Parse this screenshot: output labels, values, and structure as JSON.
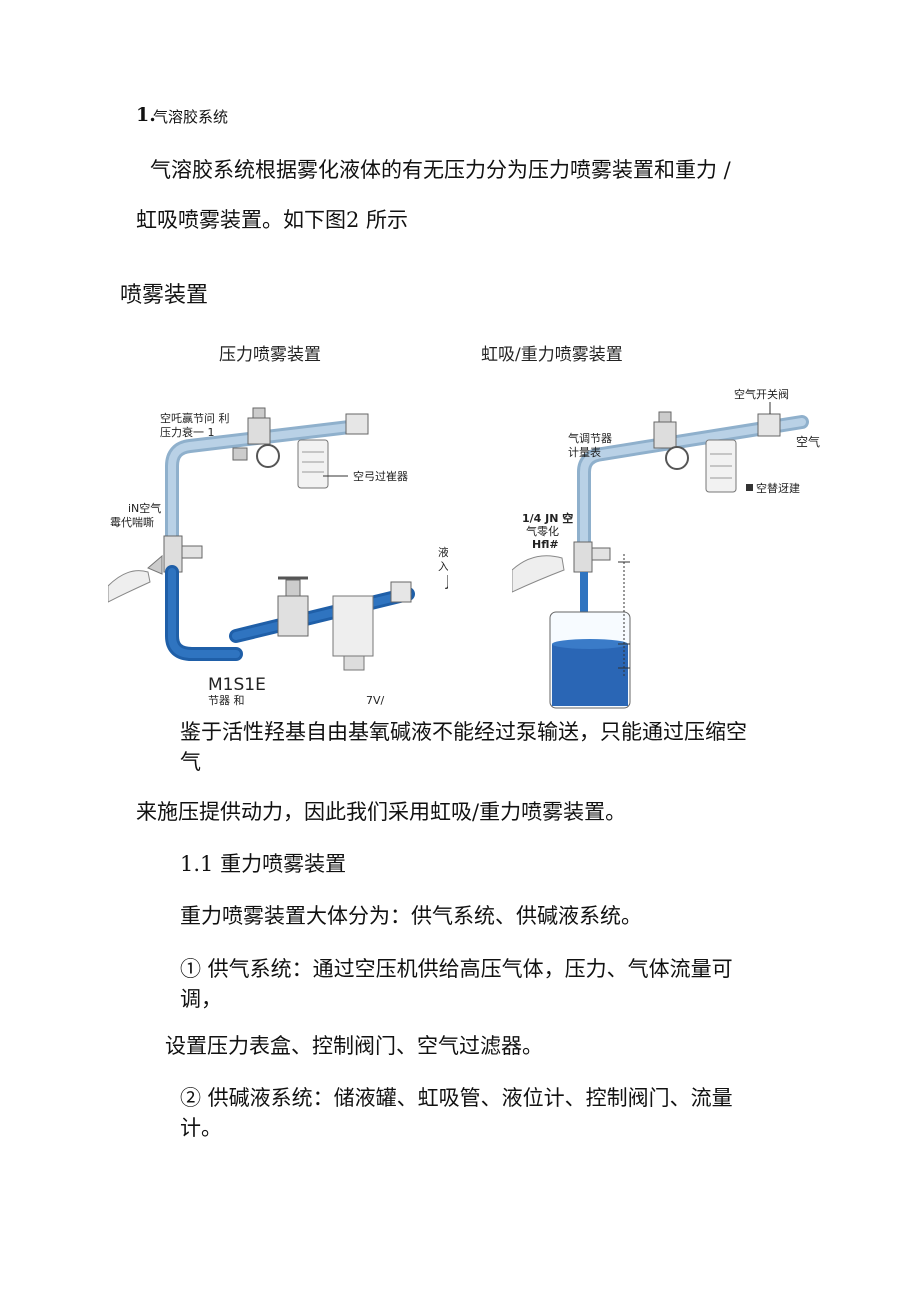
{
  "section": {
    "number": "1.",
    "title": "气溶胶系统"
  },
  "intro": {
    "line1": "气溶胶系统根据雾化液体的有无压力分为压力喷雾装置和重力 /",
    "line2": "虹吸喷雾装置。如下图2 所示"
  },
  "subheading": "喷雾装置",
  "figure": {
    "left_caption": "压力喷雾装置",
    "right_caption": "虹吸/重力喷雾装置",
    "left_labels": {
      "regulator_l1": "空吒赢节问  利",
      "regulator_l2": "压力衰一  1",
      "filter": "空弓过崔器",
      "nozzle_l1": "iN空气",
      "nozzle_l2": "霉代喘嘶",
      "liquid_l1": "液体",
      "liquid_l2": "入口",
      "liquid_l3": "J",
      "bottom_big": "M1S1E",
      "bottom_small": "节器  和",
      "bottom_right": "7V/"
    },
    "right_labels": {
      "valve": "空气开关阀",
      "regulator_l1": "气调节器",
      "regulator_l2": "计量表",
      "air_in": "空气",
      "filter": "空替迓建",
      "nozzle_l1": "1/4 JN 空",
      "nozzle_l2": "气零化",
      "nozzle_l3": "Hfl#"
    }
  },
  "paragraphs": {
    "p1_l1": "鉴于活性羟基自由基氧碱液不能经过泵输送，只能通过压缩空",
    "p1_l2": "气",
    "p2": "来施压提供动力，因此我们采用虹吸/重力喷雾装置。",
    "sub11": "1.1 重力喷雾装置",
    "p3": "重力喷雾装置大体分为：供气系统、供碱液系统。",
    "p4_l1": "① 供气系统：通过空压机供给高压气体，压力、气体流量可",
    "p4_l2": "调，",
    "p5": "设置压力表盒、控制阀门、空气过滤器。",
    "p6_l1": "② 供碱液系统：储液罐、虹吸管、液位计、控制阀门、流量",
    "p6_l2": "计。"
  },
  "colors": {
    "air_pipe": "#a8c4dc",
    "liquid_pipe": "#2f74c0",
    "liquid": "#2a66b5"
  }
}
